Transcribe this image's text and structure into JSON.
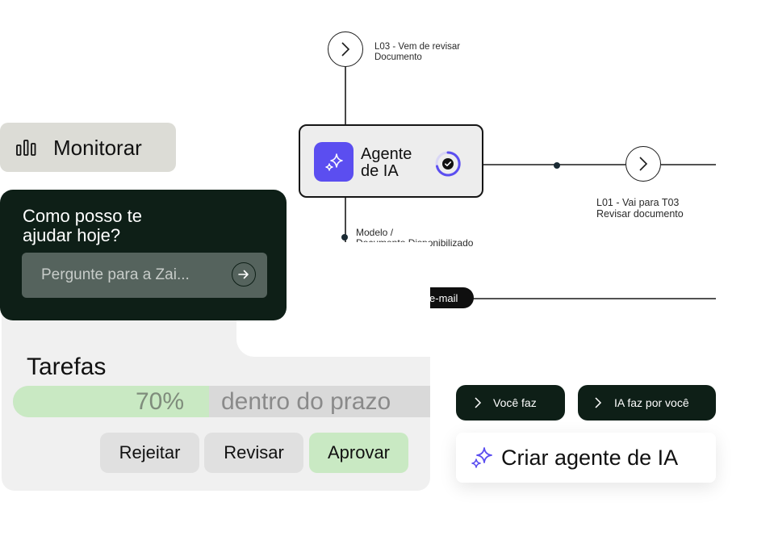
{
  "flow": {
    "top_node_label_line1": "L03 - Vem de revisar",
    "top_node_label_line2": "Documento",
    "agent_title_line1": "Agente",
    "agent_title_line2": "de IA",
    "right_node_label_line1": "L01 - Vai para T03",
    "right_node_label_line2": "Revisar documento",
    "branch_label_line1": "Modelo /",
    "branch_label_line2": "Documento Disponibilizado",
    "email_pill": "Enviar e-mail"
  },
  "monitor": {
    "label": "Monitorar",
    "icon": "bar-chart-icon"
  },
  "chat": {
    "title_line1": "Como posso te",
    "title_line2": "ajudar hoje?",
    "placeholder": "Pergunte para a Zai...",
    "send_icon": "arrow-right-icon"
  },
  "tasks": {
    "title": "Tarefas",
    "progress_percent": 70,
    "progress_label": "70%",
    "progress_caption": "dentro do prazo",
    "reject_label": "Rejeitar",
    "review_label": "Revisar",
    "approve_label": "Aprovar"
  },
  "choices": {
    "you_do": "Você faz",
    "ai_does": "IA faz por você"
  },
  "create_agent": {
    "label": "Criar agente de IA",
    "icon": "sparkle-icon"
  },
  "colors": {
    "accent_purple": "#5b4ef0",
    "dark_green": "#0e1f17",
    "success_green": "#c9e9c3",
    "neutral_gray": "#d9d9d9"
  }
}
